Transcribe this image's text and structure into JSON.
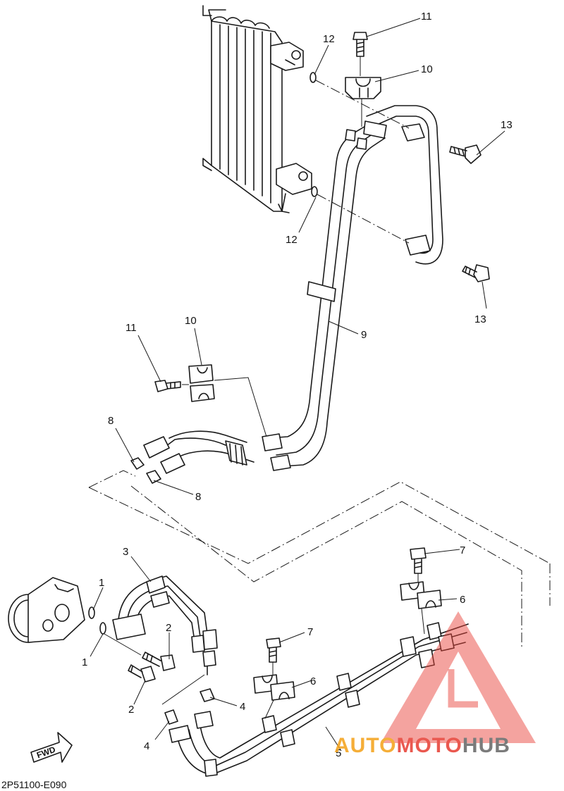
{
  "diagram_code": "2P51100-E090",
  "fwd_label": "FWD",
  "callouts": [
    "1",
    "1",
    "2",
    "2",
    "3",
    "4",
    "4",
    "5",
    "6",
    "6",
    "7",
    "7",
    "8",
    "8",
    "9",
    "10",
    "10",
    "11",
    "11",
    "12",
    "12",
    "13",
    "13"
  ],
  "watermark": {
    "part1": "AUTO",
    "part2": "MOTO",
    "part3": "HUB",
    "color_orange": "#f5a623",
    "color_red": "#e8463c",
    "color_gray": "#6d6d6d"
  }
}
